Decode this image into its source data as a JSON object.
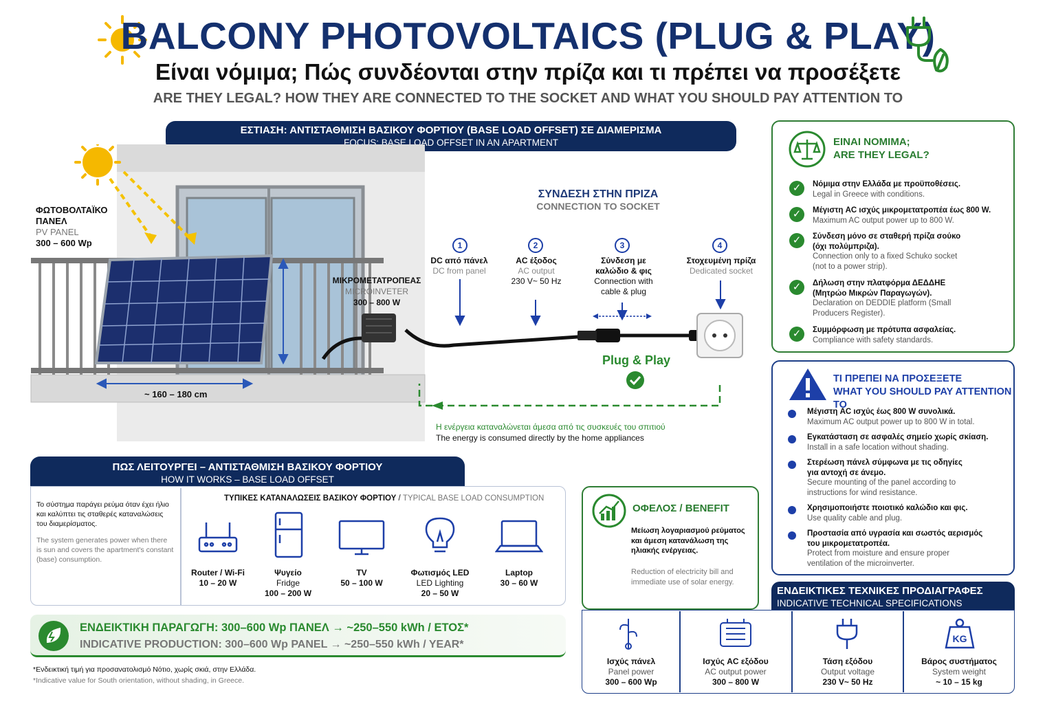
{
  "header": {
    "title": "BALCONY PHOTOVOLTAICS (PLUG & PLAY)",
    "subtitle_gr": "Είναι νόμιμα; Πώς συνδέονται στην πρίζα και τι πρέπει να προσέξετε",
    "subtitle_en": "ARE THEY LEGAL? HOW THEY ARE CONNECTED TO THE SOCKET AND WHAT YOU SHOULD PAY ATTENTION TO",
    "sun_icon": "sun-icon",
    "plug_icon": "plug-leaf-icon"
  },
  "focus": {
    "gr": "ΕΣΤΙΑΣΗ: ΑΝΤΙΣΤΑΘΜΙΣΗ ΒΑΣΙΚΟΥ ΦΟΡΤΙΟΥ (BASE LOAD OFFSET) ΣΕ ΔΙΑΜΕΡΙΣΜΑ",
    "en": "FOCUS: BASE LOAD OFFSET IN AN APARTMENT"
  },
  "pv_panel": {
    "gr1": "ΦΩΤΟΒΟΛΤΑΪΚΟ",
    "gr2": "ΠΑΝΕΛ",
    "en": "PV PANEL",
    "power": "300 – 600 Wp",
    "width": "~ 160 – 180 cm"
  },
  "microinverter": {
    "gr": "ΜΙΚΡΟΜΕΤΑΤΡΟΠΕΑΣ",
    "en": "MICROINVETER",
    "power": "300 – 800 W"
  },
  "connection": {
    "title_gr": "ΣΥΝΔΕΣΗ ΣΤΗΝ ΠΡΙΖΑ",
    "title_en": "CONNECTION TO SOCKET",
    "steps": [
      {
        "num": "1",
        "gr": "DC από πάνελ",
        "en": "DC from panel",
        "extra": ""
      },
      {
        "num": "2",
        "gr": "AC έξοδος",
        "en": "AC output",
        "extra": "230 V~ 50 Hz"
      },
      {
        "num": "3",
        "gr": "Σύνδεση με καλώδιο & φις",
        "en": "Connection with cable & plug",
        "extra": ""
      },
      {
        "num": "4",
        "gr": "Στοχευμένη πρίζα",
        "en": "Dedicated socket",
        "extra": ""
      }
    ],
    "plug_play": "Plug & Play",
    "energy_gr": "Η ενέργεια καταναλώνεται άμεσα από τις συσκευές του σπιτιού",
    "energy_en": "The energy is consumed directly by the home appliances"
  },
  "legal": {
    "title_gr": "ΕΙΝΑΙ ΝΟΜΙΜΑ;",
    "title_en": "ARE THEY LEGAL?",
    "items": [
      {
        "gr": "Νόμιμα στην Ελλάδα με προϋποθέσεις.",
        "en": "Legal in Greece with conditions."
      },
      {
        "gr": "Μέγιστη AC ισχύς μικρομετατροπέα έως 800 W.",
        "en": "Maximum AC output power up to 800 W."
      },
      {
        "gr": "Σύνδεση μόνο σε σταθερή πρίζα σούκο (όχι πολύμπριζα).",
        "en": "Connection only to a fixed Schuko socket (not to a power strip)."
      },
      {
        "gr": "Δήλωση στην πλατφόρμα ΔΕΔΔΗΕ (Μητρώο Μικρών Παραγωγών).",
        "en": "Declaration on DEDDIE platform (Small Producers Register)."
      },
      {
        "gr": "Συμμόρφωση με πρότυπα ασφαλείας.",
        "en": "Compliance with safety standards."
      }
    ]
  },
  "attention": {
    "title_gr": "ΤΙ ΠΡΕΠΕΙ ΝΑ ΠΡΟΣΕΞΕΤΕ",
    "title_en": "WHAT YOU SHOULD PAY ATTENTION TO",
    "items": [
      {
        "gr": "Μέγιστη AC ισχύς έως 800 W συνολικά.",
        "en": "Maximum AC output power up to 800 W in total."
      },
      {
        "gr": "Εγκατάσταση σε ασφαλές σημείο χωρίς σκίαση.",
        "en": "Install in a safe location without shading."
      },
      {
        "gr": "Στερέωση πάνελ σύμφωνα με τις οδηγίες για αντοχή σε άνεμο.",
        "en": "Secure mounting of the panel according to instructions for wind resistance."
      },
      {
        "gr": "Χρησιμοποιήστε ποιοτικό καλώδιο και φις.",
        "en": "Use quality cable and plug."
      },
      {
        "gr": "Προστασία από υγρασία και σωστός αερισμός του μικρομετατροπέα.",
        "en": "Protect from moisture and ensure proper ventilation of the microinverter."
      }
    ]
  },
  "how_it_works": {
    "title_gr": "ΠΩΣ ΛΕΙΤΟΥΡΓΕΙ – ΑΝΤΙΣΤΑΘΜΙΣΗ ΒΑΣΙΚΟΥ ΦΟΡΤΙΟΥ",
    "title_en": "HOW IT WORKS – BASE LOAD OFFSET",
    "desc_gr": "Το σύστημα παράγει ρεύμα όταν έχει ήλιο και καλύπτει τις σταθερές καταναλώσεις του διαμερίσματος.",
    "desc_en": "The system generates power when there is sun and covers the apartment's constant (base) consumption.",
    "consumption_title_gr": "ΤΥΠΙΚΕΣ ΚΑΤΑΝΑΛΩΣΕΙΣ ΒΑΣΙΚΟΥ ΦΟΡΤΙΟΥ",
    "consumption_title_en": "TYPICAL BASE LOAD CONSUMPTION",
    "appliances": [
      {
        "name": "Router / Wi-Fi",
        "en": "",
        "value": "10 – 20 W",
        "icon": "router-icon"
      },
      {
        "name": "Ψυγείο",
        "en": "Fridge",
        "value": "100 – 200 W",
        "icon": "fridge-icon"
      },
      {
        "name": "TV",
        "en": "",
        "value": "50 – 100 W",
        "icon": "tv-icon"
      },
      {
        "name": "Φωτισμός LED",
        "en": "LED Lighting",
        "value": "20 – 50 W",
        "icon": "bulb-icon"
      },
      {
        "name": "Laptop",
        "en": "",
        "value": "30 – 60 W",
        "icon": "laptop-icon"
      }
    ]
  },
  "production": {
    "gr": "ΕΝΔΕΙΚΤΙΚΗ ΠΑΡΑΓΩΓΗ: 300–600 Wp ΠΑΝΕΛ → ~250–550 kWh / ΕΤΟΣ*",
    "en": "INDICATIVE PRODUCTION: 300–600 Wp PANEL → ~250–550 kWh / YEAR*",
    "note_gr": "*Ενδεικτική τιμή για προσανατολισμό Νότιο, χωρίς σκιά, στην Ελλάδα.",
    "note_en": "*Indicative value for South orientation, without shading, in Greece."
  },
  "benefit": {
    "title": "ΟΦΕΛΟΣ / BENEFIT",
    "gr": "Μείωση λογαριασμού ρεύματος και άμεση κατανάλωση της ηλιακής ενέργειας.",
    "en": "Reduction of electricity bill and immediate use of solar energy."
  },
  "specs": {
    "title_gr": "ΕΝΔΕΙΚΤΙΚΕΣ ΤΕΧΝΙΚΕΣ ΠΡΟΔΙΑΓΡΑΦΕΣ",
    "title_en": "INDICATIVE TECHNICAL SPECIFICATIONS",
    "items": [
      {
        "gr": "Ισχύς πάνελ",
        "en": "Panel power",
        "value": "300 – 600 Wp",
        "icon": "panel-power-icon"
      },
      {
        "gr": "Ισχύς AC εξόδου",
        "en": "AC output power",
        "value": "300 – 800 W",
        "icon": "inverter-icon"
      },
      {
        "gr": "Τάση εξόδου",
        "en": "Output voltage",
        "value": "230 V~ 50 Hz",
        "icon": "plug-icon"
      },
      {
        "gr": "Βάρος συστήματος",
        "en": "System weight",
        "value": "~ 10 – 15 kg",
        "icon": "weight-icon",
        "icon_label": "KG"
      }
    ]
  },
  "colors": {
    "navy": "#0f2a5c",
    "green": "#2a8a2f",
    "blue": "#1d3fa8",
    "sun": "#f5b800"
  }
}
